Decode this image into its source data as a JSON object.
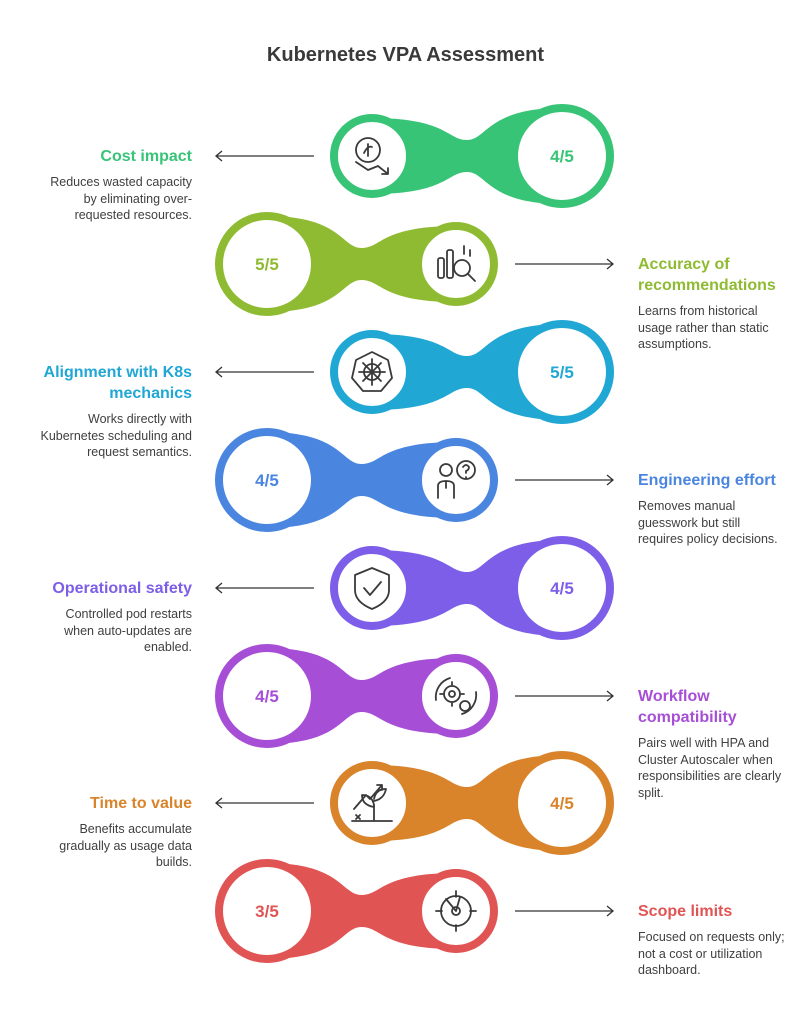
{
  "title": "Kubernetes VPA Assessment",
  "items": [
    {
      "label": "Cost impact",
      "score": "4/5",
      "description": "Reduces wasted capacity by eliminating over-requested resources.",
      "color": "#38c477",
      "icon": "cost-trend-icon"
    },
    {
      "label": "Accuracy of recommendations",
      "score": "5/5",
      "description": "Learns from historical usage rather than static assumptions.",
      "color": "#8fbb32",
      "icon": "data-analysis-icon"
    },
    {
      "label": "Alignment with K8s mechanics",
      "score": "5/5",
      "description": "Works directly with Kubernetes scheduling and request semantics.",
      "color": "#20a7d4",
      "icon": "kubernetes-helm-icon"
    },
    {
      "label": "Engineering effort",
      "score": "4/5",
      "description": "Removes manual guesswork but still requires policy decisions.",
      "color": "#4a86e0",
      "icon": "person-question-icon"
    },
    {
      "label": "Operational safety",
      "score": "4/5",
      "description": "Controlled pod restarts when auto-updates are enabled.",
      "color": "#7d5ee8",
      "icon": "shield-check-icon"
    },
    {
      "label": "Workflow compatibility",
      "score": "4/5",
      "description": "Pairs well with HPA and Cluster Autoscaler when responsibilities are clearly split.",
      "color": "#a64fd6",
      "icon": "gears-cycle-icon"
    },
    {
      "label": "Time to value",
      "score": "4/5",
      "description": "Benefits accumulate gradually as usage data builds.",
      "color": "#d9842b",
      "icon": "plant-growth-icon"
    },
    {
      "label": "Scope limits",
      "score": "3/5",
      "description": "Focused on requests only; not a cost or utilization dashboard.",
      "color": "#e05454",
      "icon": "target-scope-icon"
    }
  ]
}
